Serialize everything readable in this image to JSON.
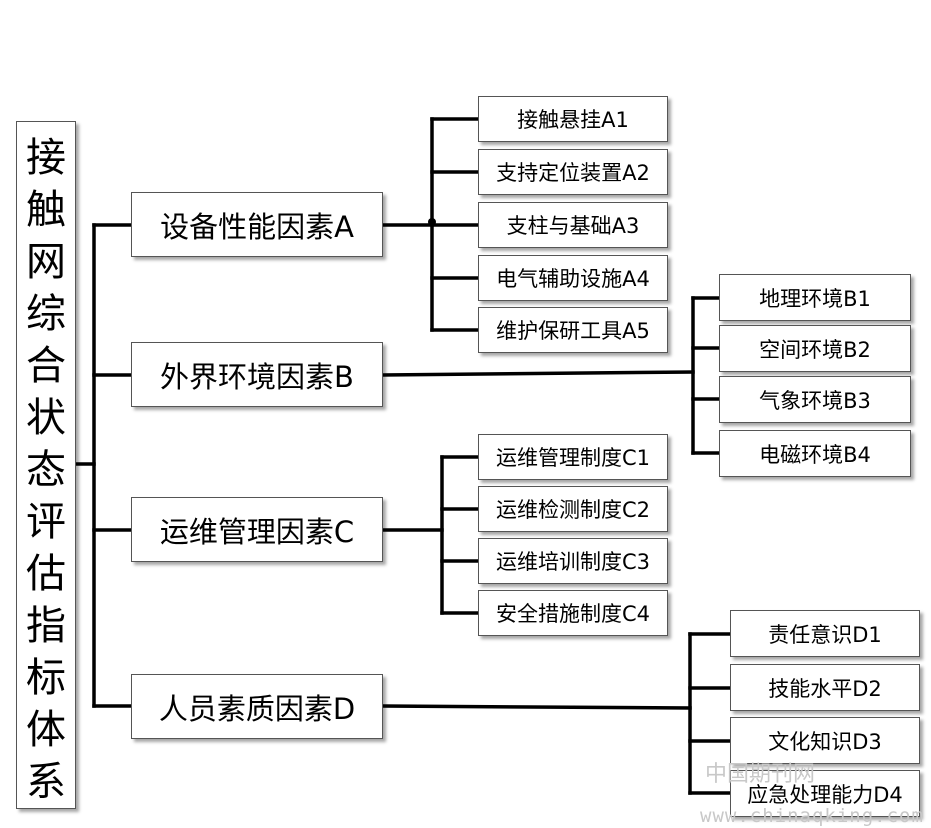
{
  "root": {
    "label": "接触网综合状态评估指标体系"
  },
  "categories": [
    {
      "label": "设备性能因素A",
      "children": [
        "接触悬挂A1",
        "支持定位装置A2",
        "支柱与基础A3",
        "电气辅助设施A4",
        "维护保研工具A5"
      ]
    },
    {
      "label": "外界环境因素B",
      "children": [
        "地理环境B1",
        "空间环境B2",
        "气象环境B3",
        "电磁环境B4"
      ]
    },
    {
      "label": "运维管理因素C",
      "children": [
        "运维管理制度C1",
        "运维检测制度C2",
        "运维培训制度C3",
        "安全措施制度C4"
      ]
    },
    {
      "label": "人员素质因素D",
      "children": [
        "责任意识D1",
        "技能水平D2",
        "文化知识D3",
        "应急处理能力D4"
      ]
    }
  ],
  "watermark": {
    "line1": "中国期刊网",
    "line2": "www.chinaqking.com"
  }
}
